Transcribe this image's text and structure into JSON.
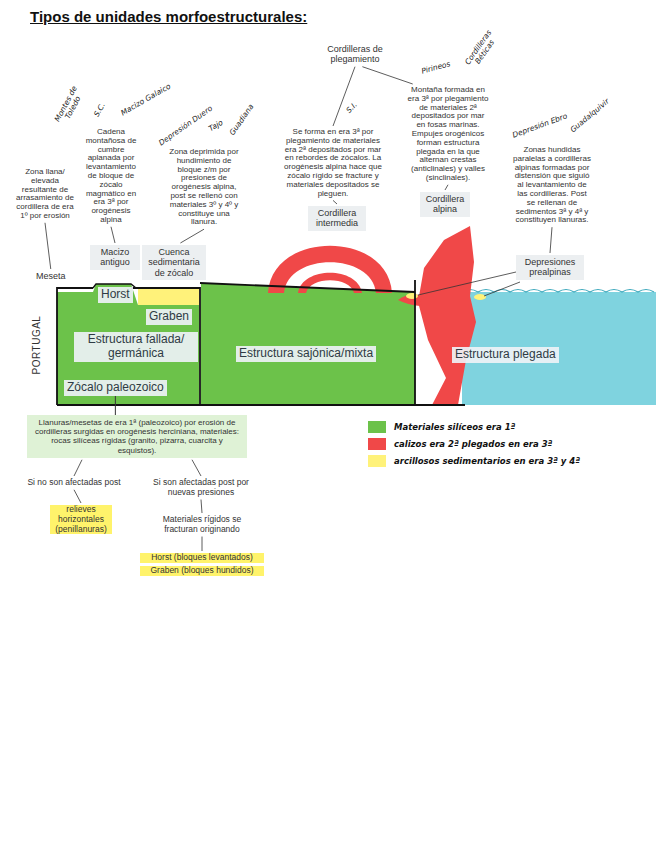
{
  "diagram": {
    "title": "Tipos de unidades morfoestructurales:",
    "nodes": [
      {
        "text": [
          "Macizo antiguo"
        ]
      },
      {
        "text": [
          "Cuenca sedimentaria de zócalo"
        ]
      },
      {
        "text": [
          "Cordillera intermedia"
        ]
      },
      {
        "text": [
          "Cordillera alpina"
        ]
      },
      {
        "text": [
          "Depresiones prealpinas"
        ]
      },
      {
        "text": [
          "Horst"
        ]
      },
      {
        "text": [
          "Graben"
        ]
      },
      {
        "text": [
          "Estructura fallada/ germánica"
        ]
      },
      {
        "text": [
          "Estructura sajónica/mixta"
        ]
      },
      {
        "text": [
          "Estructura plegada"
        ]
      },
      {
        "text": [
          "Zócalo paleozoico"
        ]
      },
      {
        "text": [
          "Llanuras/mesetas de era 1ª (paleozoico) por erosión de cordilleras surgidas en orogénesis herciniana, materiales: rocas silíceas rígidas (granito, pizarra, cuarcita y esquistos)."
        ]
      }
    ],
    "edges": [
      {
        "from": 10,
        "to": 11,
        "arrow": "none"
      }
    ],
    "labels": [
      "Montes de Toledo",
      "S.C.",
      "Macizo Galaico",
      "Depresión Duero",
      "Tajo",
      "Guadiana",
      "Cordilleras de plegamiento",
      "S.I.",
      "Pirineos",
      "Cordilleras Béticas",
      "Depresión Ebro",
      "Guadalquivir",
      "Zona llana/ elevada resultante de arrasamiento de cordillera de era 1º por erosión",
      "Cadena montañosa de cumbre aplanada por levantamiento de bloque de zócalo magmático en era 3ª por orogénesis alpina",
      "Zona deprimida por hundimiento de bloque z/m por presiones de orogénesis alpina, post se rellenó con materiales 3º y 4º y constituye una llanura.",
      "Se forma en era 3ª por plegamiento de materiales era 2ª depositados por mar en rebordes de zócalos. La orogénesis alpina hace que zócalo rígido se fracture y materiales depositados se pleguen.",
      "Montaña formada en era 3ª por plegamiento de materiales 2ª depositados por mar en fosas marinas. Empujes orogénicos forman estructura plegada en la que alternan crestas (anticlinales) y valles (sinclinales).",
      "Zonas hundidas paralelas a cordilleras alpinas formadas por distensión que siguió al levantamiento de las cordilleras. Post se rellenan de sedimentos 3ª y 4ª y constituyen llanuras.",
      "Meseta",
      "PORTUGAL",
      "Si no son afectadas post",
      "relieves horizontales (penillanuras)",
      "Si son afectadas post por nuevas presiones",
      "Materiales rígidos se fracturan originando",
      "Horst (bloques levantados)",
      "Graben (bloques hundidos)"
    ],
    "legend": [
      {
        "text": "Materiales silíceos era 1ª",
        "color": "#6cc24a"
      },
      {
        "text": "calizos era 2ª plegados en era 3ª",
        "color": "#f04848"
      },
      {
        "text": "arcillosos sedimentarios en era 3ª y 4ª",
        "color": "#fff27a"
      }
    ]
  }
}
